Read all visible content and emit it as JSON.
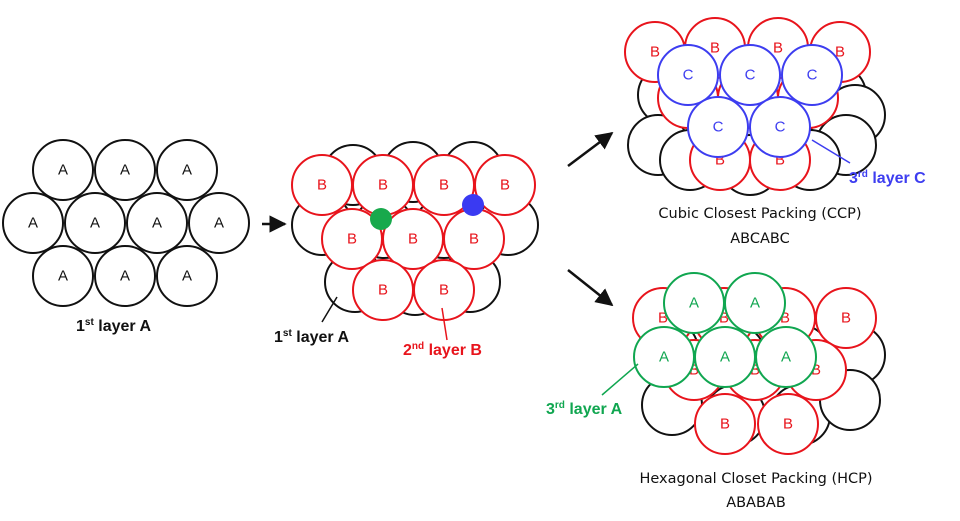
{
  "colors": {
    "black": "#111111",
    "red": "#e8141c",
    "blue": "#3d3df0",
    "green": "#10a650",
    "green_fill": "#18a94c",
    "blue_fill": "#3a3af2"
  },
  "layer_letters": {
    "a": "A",
    "b": "B",
    "c": "C"
  },
  "labels": {
    "first_layer": {
      "num": "1",
      "sup": "st",
      "text": " layer A"
    },
    "second_layer": {
      "num": "2",
      "sup": "nd",
      "text": " layer B"
    },
    "third_layer_c": {
      "num": "3",
      "sup": "rd",
      "text": " layer C"
    },
    "third_layer_a": {
      "num": "3",
      "sup": "rd",
      "text": "  layer A"
    }
  },
  "ccp": {
    "title": "Cubic Closest Packing (CCP)",
    "sequence": "ABCABC"
  },
  "hcp": {
    "title": "Hexagonal Closet Packing (HCP)",
    "sequence": "ABABAB"
  }
}
